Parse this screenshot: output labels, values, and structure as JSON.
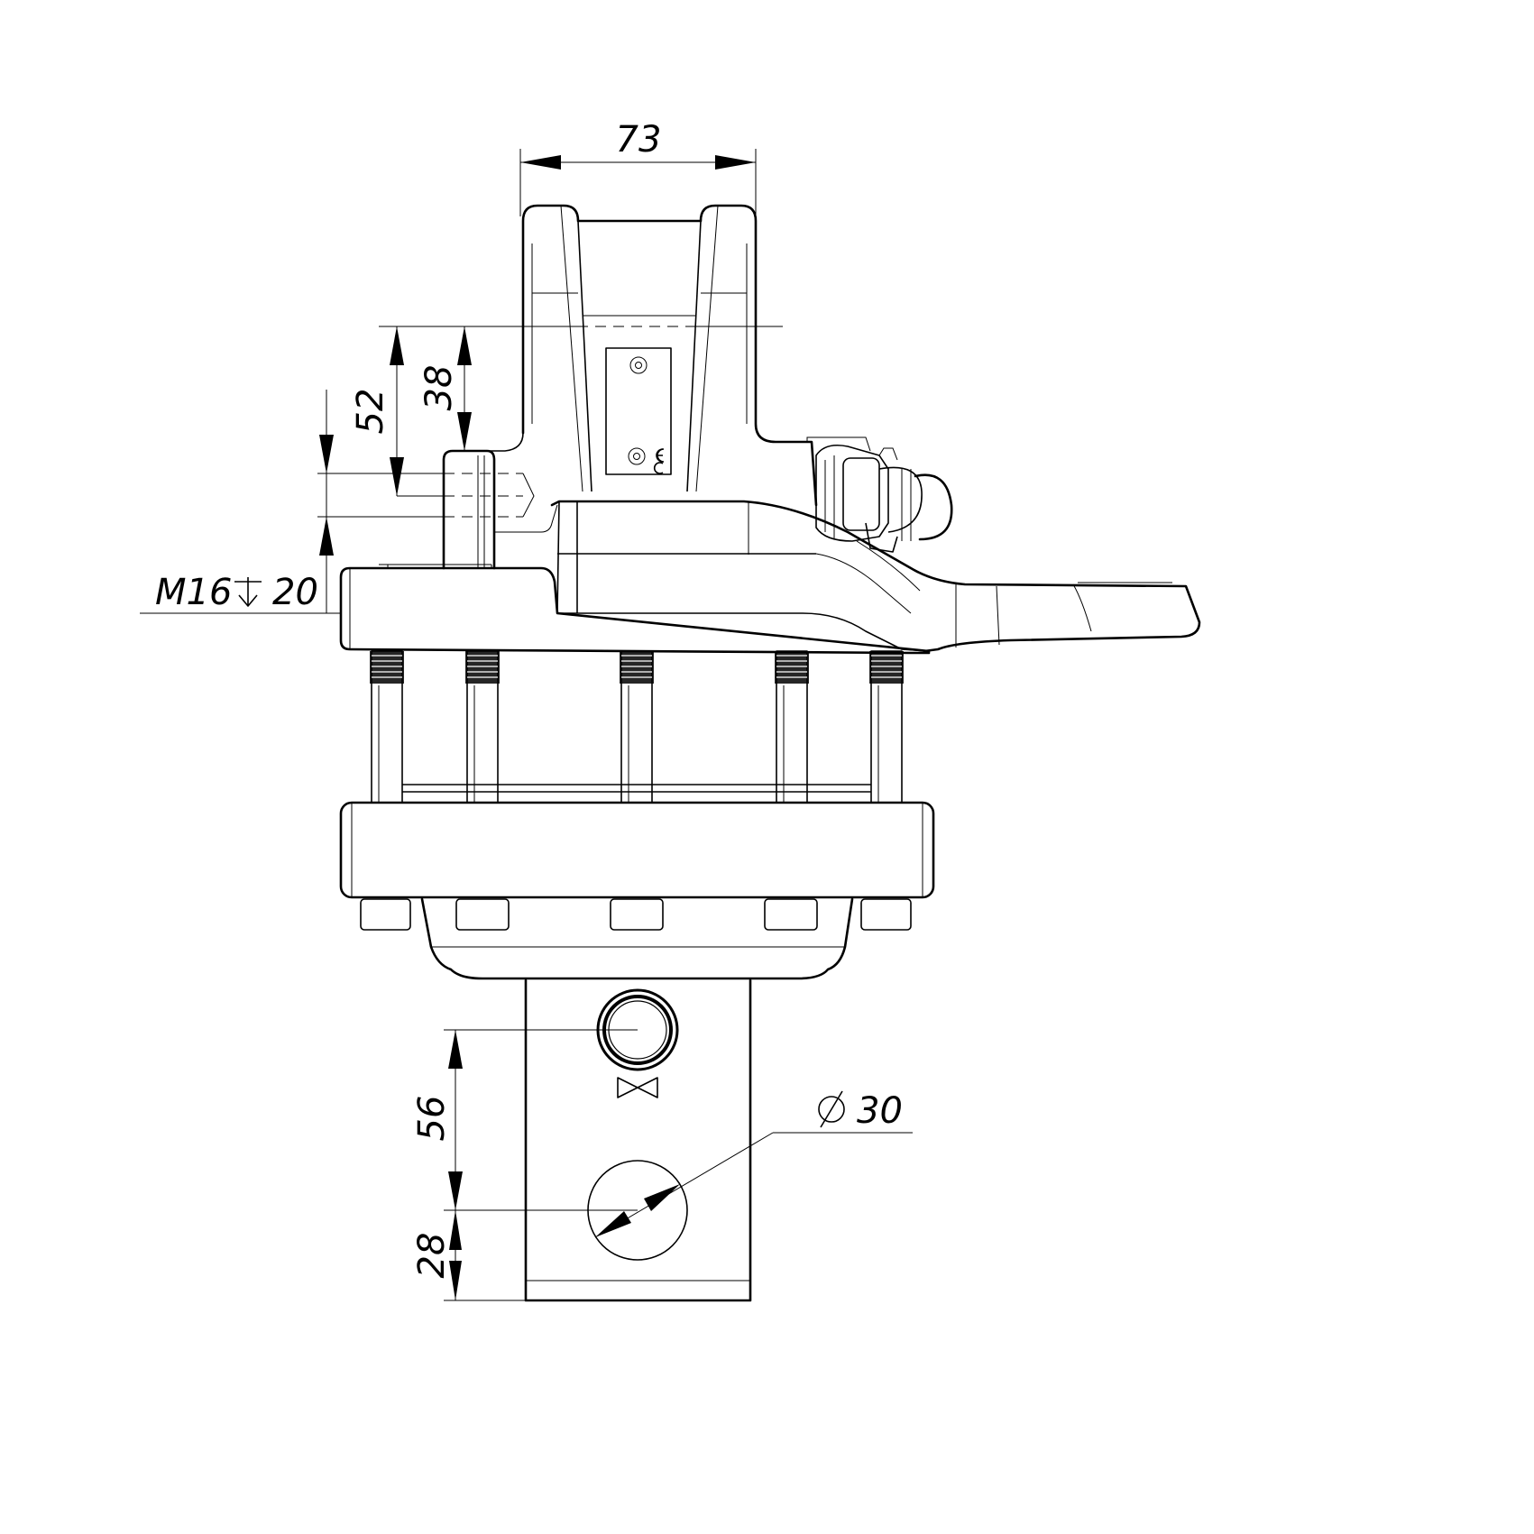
{
  "dimensions": {
    "top_width": "73",
    "upper_offset_outer": "52",
    "upper_offset_inner": "38",
    "thread_spec": "M16",
    "thread_depth": "20",
    "pin_spacing": "56",
    "pin_edge": "28",
    "hole_diameter": "30"
  },
  "icons": {
    "depth_symbol": "depth-arrow-icon",
    "diameter_symbol": "diameter-icon",
    "ce_mark": "ce-mark-icon",
    "valve_symbol": "bowtie-valve-icon"
  }
}
